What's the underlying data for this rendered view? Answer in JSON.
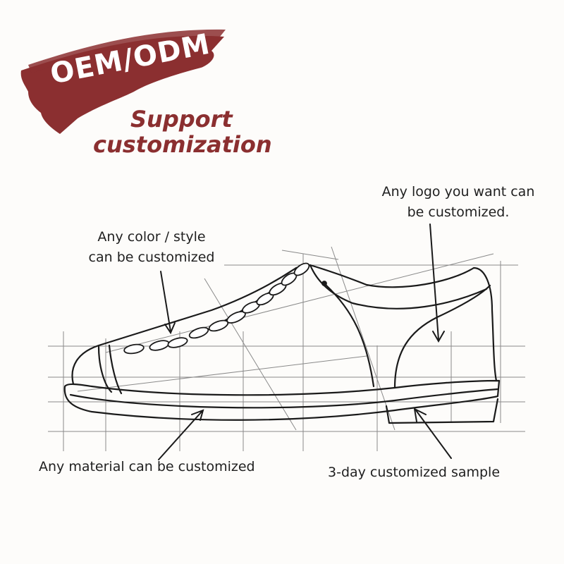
{
  "banner": {
    "label": "OEM/ODM",
    "color": "#8b2f30"
  },
  "headline": {
    "line1": "Support",
    "line2": "customization"
  },
  "callouts": {
    "color_style": {
      "line1": "Any color / style",
      "line2": "can be customized"
    },
    "logo": {
      "line1": "Any logo you want can",
      "line2": "be customized."
    },
    "material": "Any material can be customized",
    "sample": "3-day customized sample"
  },
  "illustration": "shoe-sketch"
}
